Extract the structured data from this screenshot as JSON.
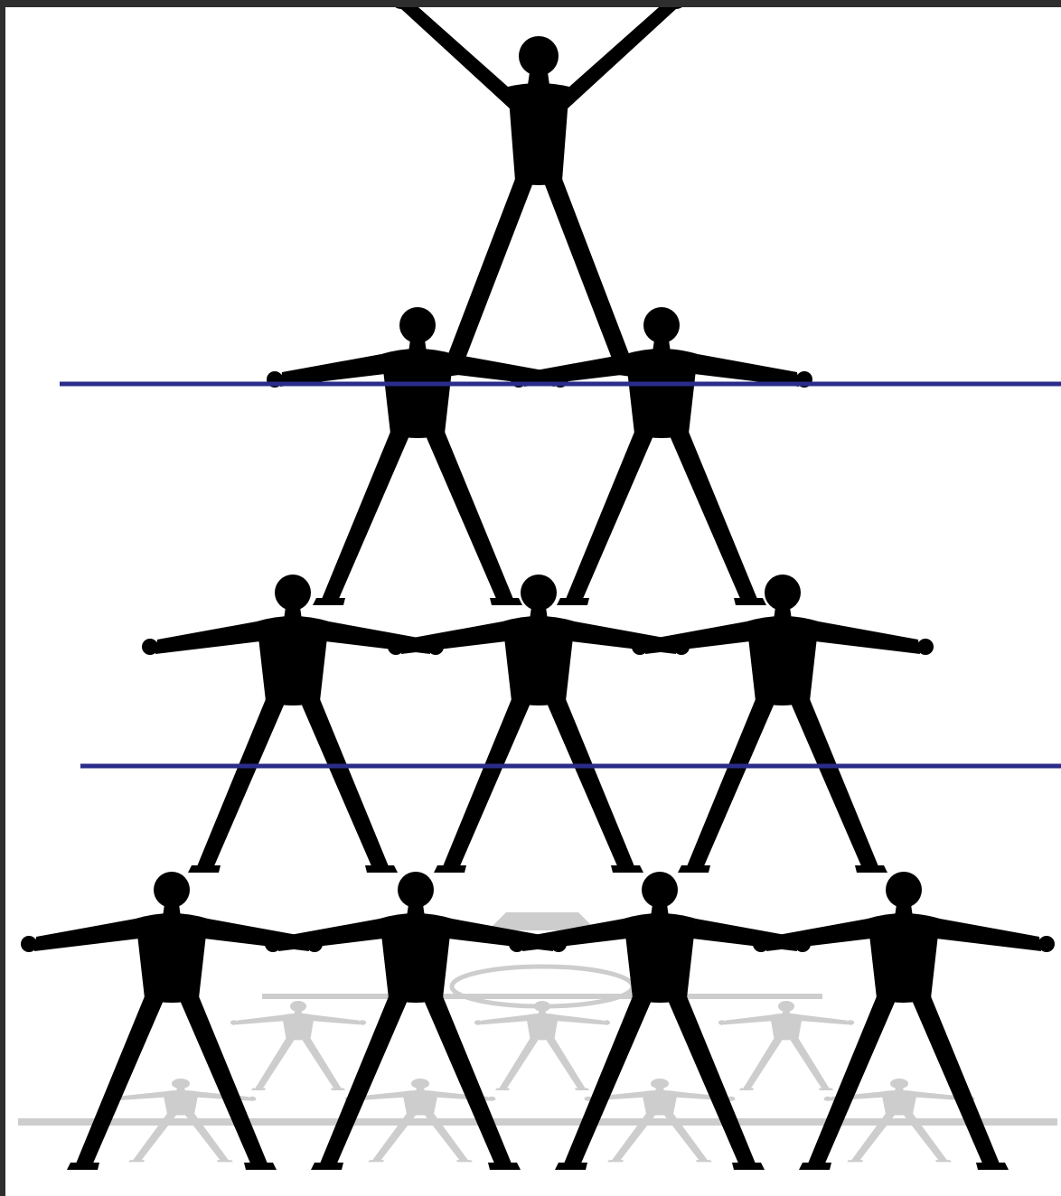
{
  "scene": {
    "subject": "human-pyramid",
    "rows": [
      1,
      2,
      3,
      4
    ],
    "colors": {
      "frame": "#2e2e2e",
      "background": "#ffffff",
      "figure": "#000000",
      "shadow": "#c8c8c8",
      "line": "#2a2c8a"
    }
  }
}
